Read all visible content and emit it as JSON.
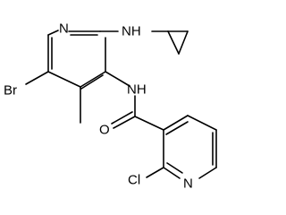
{
  "molecule": {
    "atoms": [
      {
        "id": "n_top_pyridine",
        "label": "N"
      },
      {
        "id": "nh_cyclopropyl",
        "label": "NH"
      },
      {
        "id": "br",
        "label": "Br"
      },
      {
        "id": "nh_amide",
        "label": "NH"
      },
      {
        "id": "o",
        "label": "O"
      },
      {
        "id": "cl",
        "label": "Cl"
      },
      {
        "id": "n_bottom_pyridine",
        "label": "N"
      }
    ]
  }
}
